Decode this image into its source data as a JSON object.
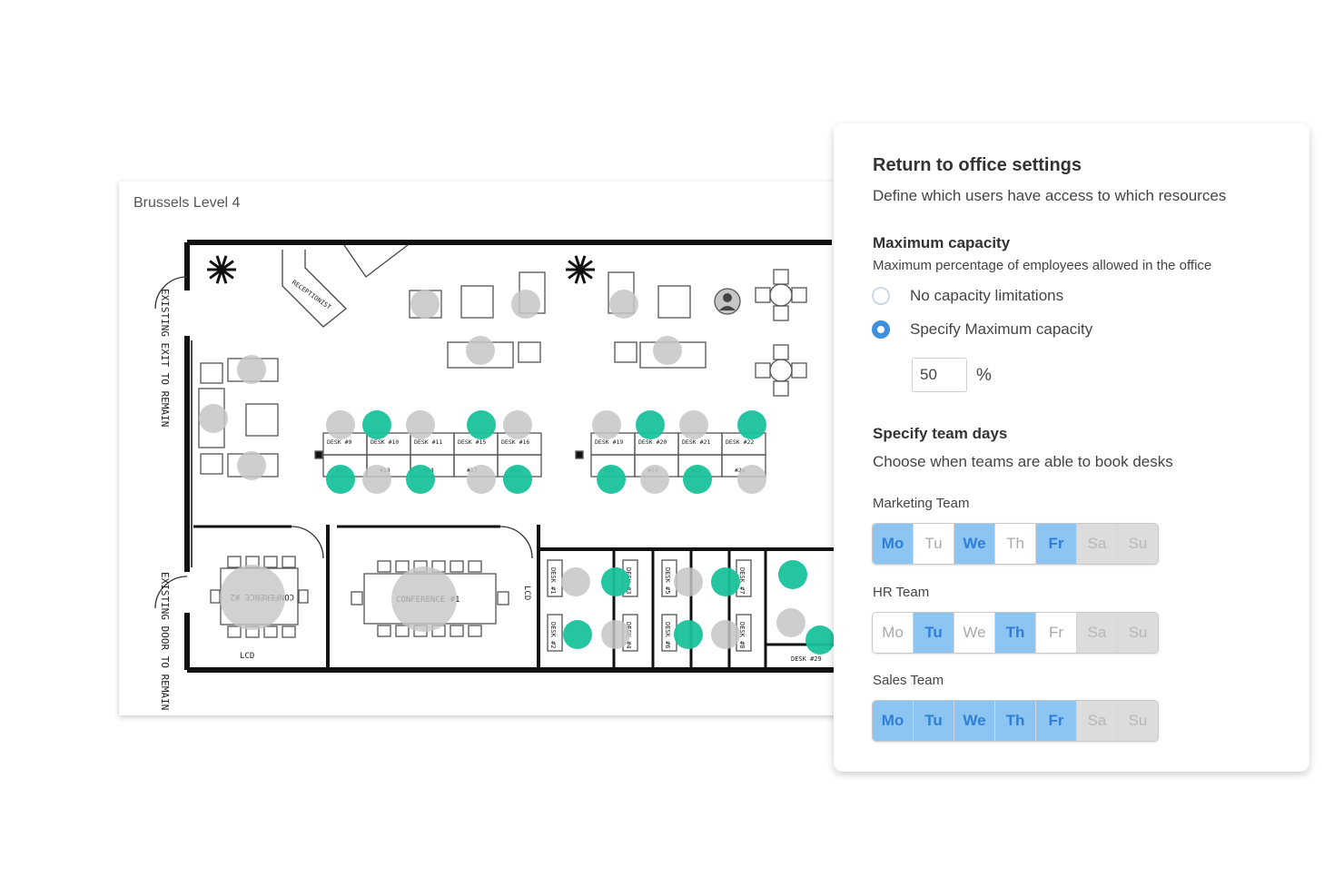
{
  "floor_plan": {
    "title": "Brussels Level 4",
    "colors": {
      "available": "#19c39a",
      "unavailable": "#c6c6c6",
      "wall": "#111111"
    },
    "labels": {
      "exit_top": "EXISTING EXIT TO REMAIN",
      "exit_bottom": "EXISTING DOOR TO REMAIN",
      "reception": "RECEPTIONIST",
      "conference_1": "CONFERENCE #1",
      "conference_2": "CONFERENCE #2",
      "lcd": "LCD",
      "desk_left_top": [
        "DESK #9",
        "DESK #10",
        "DESK #11",
        "DESK #15",
        "DESK #16"
      ],
      "desk_left_bottom": [
        "#12",
        "#13",
        "#14",
        "#17",
        "#18"
      ],
      "desk_right_top": [
        "DESK #19",
        "DESK #20",
        "DESK #21",
        "DESK #22"
      ],
      "desk_right_bottom": [
        "#23",
        "#24",
        "#25",
        "#26"
      ],
      "room_desks": [
        "DESK #1",
        "DESK #2",
        "DESK #3",
        "DESK #4",
        "DESK #5",
        "DESK #6",
        "DESK #7",
        "DESK #8",
        "DESK #29"
      ]
    }
  },
  "settings": {
    "title": "Return to office settings",
    "subtitle": "Define which users have access to which resources",
    "capacity": {
      "title": "Maximum capacity",
      "description": "Maximum percentage of employees allowed in the office",
      "option_none": "No capacity limitations",
      "option_specify": "Specify Maximum capacity",
      "selected": "specify",
      "value": "50",
      "unit": "%"
    },
    "team_days": {
      "title": "Specify team days",
      "description": "Choose when teams are able to book desks",
      "day_labels": [
        "Mo",
        "Tu",
        "We",
        "Th",
        "Fr",
        "Sa",
        "Su"
      ],
      "teams": [
        {
          "name": "Marketing Team",
          "days": [
            "Mo",
            "We",
            "Fr"
          ]
        },
        {
          "name": "HR Team",
          "days": [
            "Tu",
            "Th"
          ]
        },
        {
          "name": "Sales Team",
          "days": [
            "Mo",
            "Tu",
            "We",
            "Th",
            "Fr"
          ]
        }
      ]
    }
  }
}
